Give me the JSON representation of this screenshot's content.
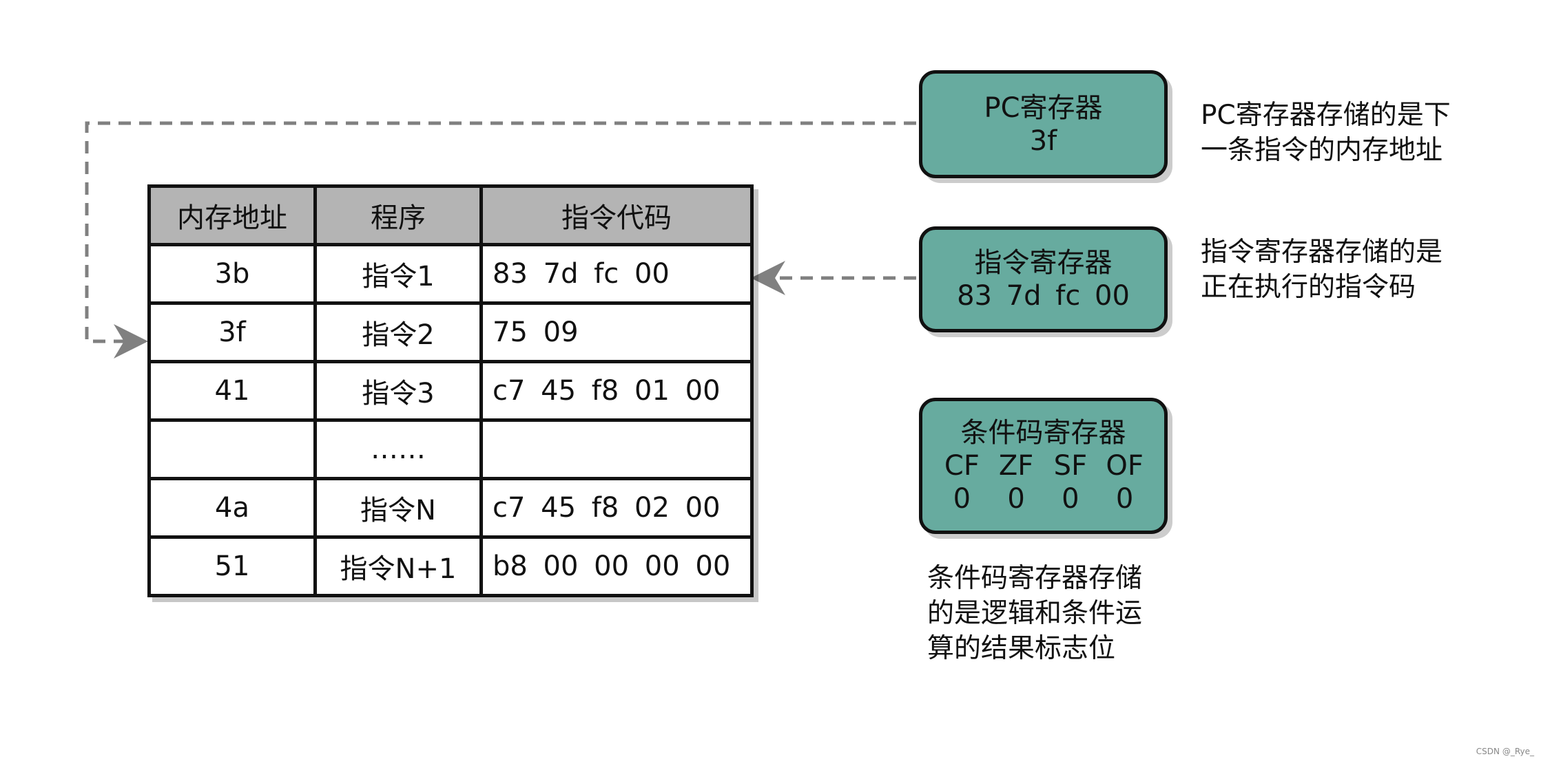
{
  "memory_table": {
    "headers": [
      "内存地址",
      "程序",
      "指令代码"
    ],
    "rows": [
      {
        "address": "3b",
        "program": "指令1",
        "code": "83 7d fc 00"
      },
      {
        "address": "3f",
        "program": "指令2",
        "code": "75 09"
      },
      {
        "address": "41",
        "program": "指令3",
        "code": "c7 45 f8 01 00"
      },
      {
        "address": "",
        "program": "……",
        "code": ""
      },
      {
        "address": "4a",
        "program": "指令N",
        "code": "c7 45 f8 02 00"
      },
      {
        "address": "51",
        "program": "指令N+1",
        "code": "b8 00 00 00 00"
      }
    ]
  },
  "registers": {
    "pc": {
      "title": "PC寄存器",
      "value": "3f"
    },
    "ir": {
      "title": "指令寄存器",
      "value": "83 7d fc 00"
    },
    "cc": {
      "title": "条件码寄存器",
      "flags": [
        "CF",
        "ZF",
        "SF",
        "OF"
      ],
      "values": [
        "0",
        "0",
        "0",
        "0"
      ]
    }
  },
  "notes": {
    "pc": "PC寄存器存储的是下\n一条指令的内存地址",
    "ir": "指令寄存器存储的是\n正在执行的指令码",
    "cc": "条件码寄存器存储\n的是逻辑和条件运\n算的结果标志位"
  },
  "watermark": "CSDN @_Rye_",
  "colors": {
    "register_fill": "#67ab9f",
    "header_fill": "#b4b4b4",
    "arrow": "#808080"
  }
}
